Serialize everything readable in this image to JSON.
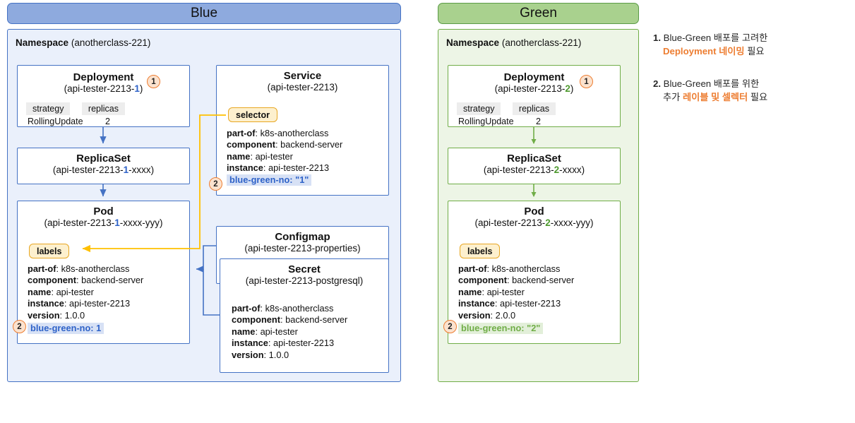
{
  "panels": [
    {
      "key": "blue",
      "header": "Blue",
      "accent": "#4472C4",
      "namespace_label": "Namespace",
      "namespace_value": "(anotherclass-221)",
      "deployment": {
        "title": "Deployment",
        "sub_prefix": "(api-tester-2213-",
        "sub_mark": "1",
        "sub_suffix": ")",
        "badge": "1",
        "chips": [
          "strategy",
          "replicas"
        ],
        "values": [
          "RollingUpdate",
          "2"
        ]
      },
      "replicaset": {
        "title": "ReplicaSet",
        "sub_prefix": "(api-tester-2213-",
        "sub_mark": "1",
        "sub_suffix": "-xxxx)"
      },
      "pod": {
        "title": "Pod",
        "sub_prefix": "(api-tester-2213-",
        "sub_mark": "1",
        "sub_suffix": "-xxxx-yyy)",
        "tab": "labels",
        "badge": "2",
        "labels": [
          {
            "k": "part-of",
            "v": "k8s-anotherclass"
          },
          {
            "k": "component",
            "v": "backend-server"
          },
          {
            "k": "name",
            "v": "api-tester"
          },
          {
            "k": "instance",
            "v": "api-tester-2213"
          },
          {
            "k": "version",
            "v": "1.0.0"
          }
        ],
        "highlight": "blue-green-no:  1"
      },
      "service": {
        "title": "Service",
        "sub": "(api-tester-2213)",
        "tab": "selector",
        "badge": "2",
        "labels": [
          {
            "k": "part-of",
            "v": "k8s-anotherclass"
          },
          {
            "k": "component",
            "v": "backend-server"
          },
          {
            "k": "name",
            "v": "api-tester"
          },
          {
            "k": "instance",
            "v": "api-tester-2213"
          }
        ],
        "highlight": "blue-green-no: \"1\""
      },
      "configmap": {
        "title": "Configmap",
        "sub": "(api-tester-2213-properties)"
      },
      "secret": {
        "title": "Secret",
        "sub": "(api-tester-2213-postgresql)",
        "labels": [
          {
            "k": "part-of",
            "v": "k8s-anotherclass"
          },
          {
            "k": "component",
            "v": "backend-server"
          },
          {
            "k": "name",
            "v": "api-tester"
          },
          {
            "k": "instance",
            "v": "api-tester-2213"
          },
          {
            "k": "version",
            "v": "1.0.0"
          }
        ]
      }
    },
    {
      "key": "green",
      "header": "Green",
      "accent": "#70AD47",
      "namespace_label": "Namespace",
      "namespace_value": "(anotherclass-221)",
      "deployment": {
        "title": "Deployment",
        "sub_prefix": "(api-tester-2213-",
        "sub_mark": "2",
        "sub_suffix": ")",
        "badge": "1",
        "chips": [
          "strategy",
          "replicas"
        ],
        "values": [
          "RollingUpdate",
          "2"
        ]
      },
      "replicaset": {
        "title": "ReplicaSet",
        "sub_prefix": "(api-tester-2213-",
        "sub_mark": "2",
        "sub_suffix": "-xxxx)"
      },
      "pod": {
        "title": "Pod",
        "sub_prefix": "(api-tester-2213-",
        "sub_mark": "2",
        "sub_suffix": "-xxxx-yyy)",
        "tab": "labels",
        "badge": "2",
        "labels": [
          {
            "k": "part-of",
            "v": "k8s-anotherclass"
          },
          {
            "k": "component",
            "v": "backend-server"
          },
          {
            "k": "name",
            "v": "api-tester"
          },
          {
            "k": "instance",
            "v": "api-tester-2213"
          },
          {
            "k": "version",
            "v": "2.0.0"
          }
        ],
        "highlight": "blue-green-no:  \"2\""
      }
    }
  ],
  "notes": [
    {
      "num": "1.",
      "line1_plain": "Blue-Green 배포를 고려한",
      "line2_em": "Deployment 네이밍",
      "line2_tail": " 필요"
    },
    {
      "num": "2.",
      "line1_plain": "Blue-Green 배포를 위한",
      "line2_head": "추가 ",
      "line2_em": "레이블 및 셀렉터",
      "line2_tail": " 필요"
    }
  ],
  "colors": {
    "blue_header_bg": "#8EAADE",
    "blue_border": "#4472C4",
    "blue_ns_bg": "#EAF0FB",
    "green_header_bg": "#A9D18E",
    "green_border": "#70AD47",
    "green_ns_bg": "#EDF5E6",
    "tab_bg": "#FDF0CE",
    "tab_border": "#E8A723",
    "badge_bg": "#FBE2CE",
    "badge_border": "#ED7D31",
    "accent_orange": "#ED7D31",
    "highlight_blue_bg": "#D7E1F5",
    "highlight_green_bg": "#E2EFD9",
    "connector_yellow": "#FFC000",
    "connector_blue": "#4472C4"
  }
}
